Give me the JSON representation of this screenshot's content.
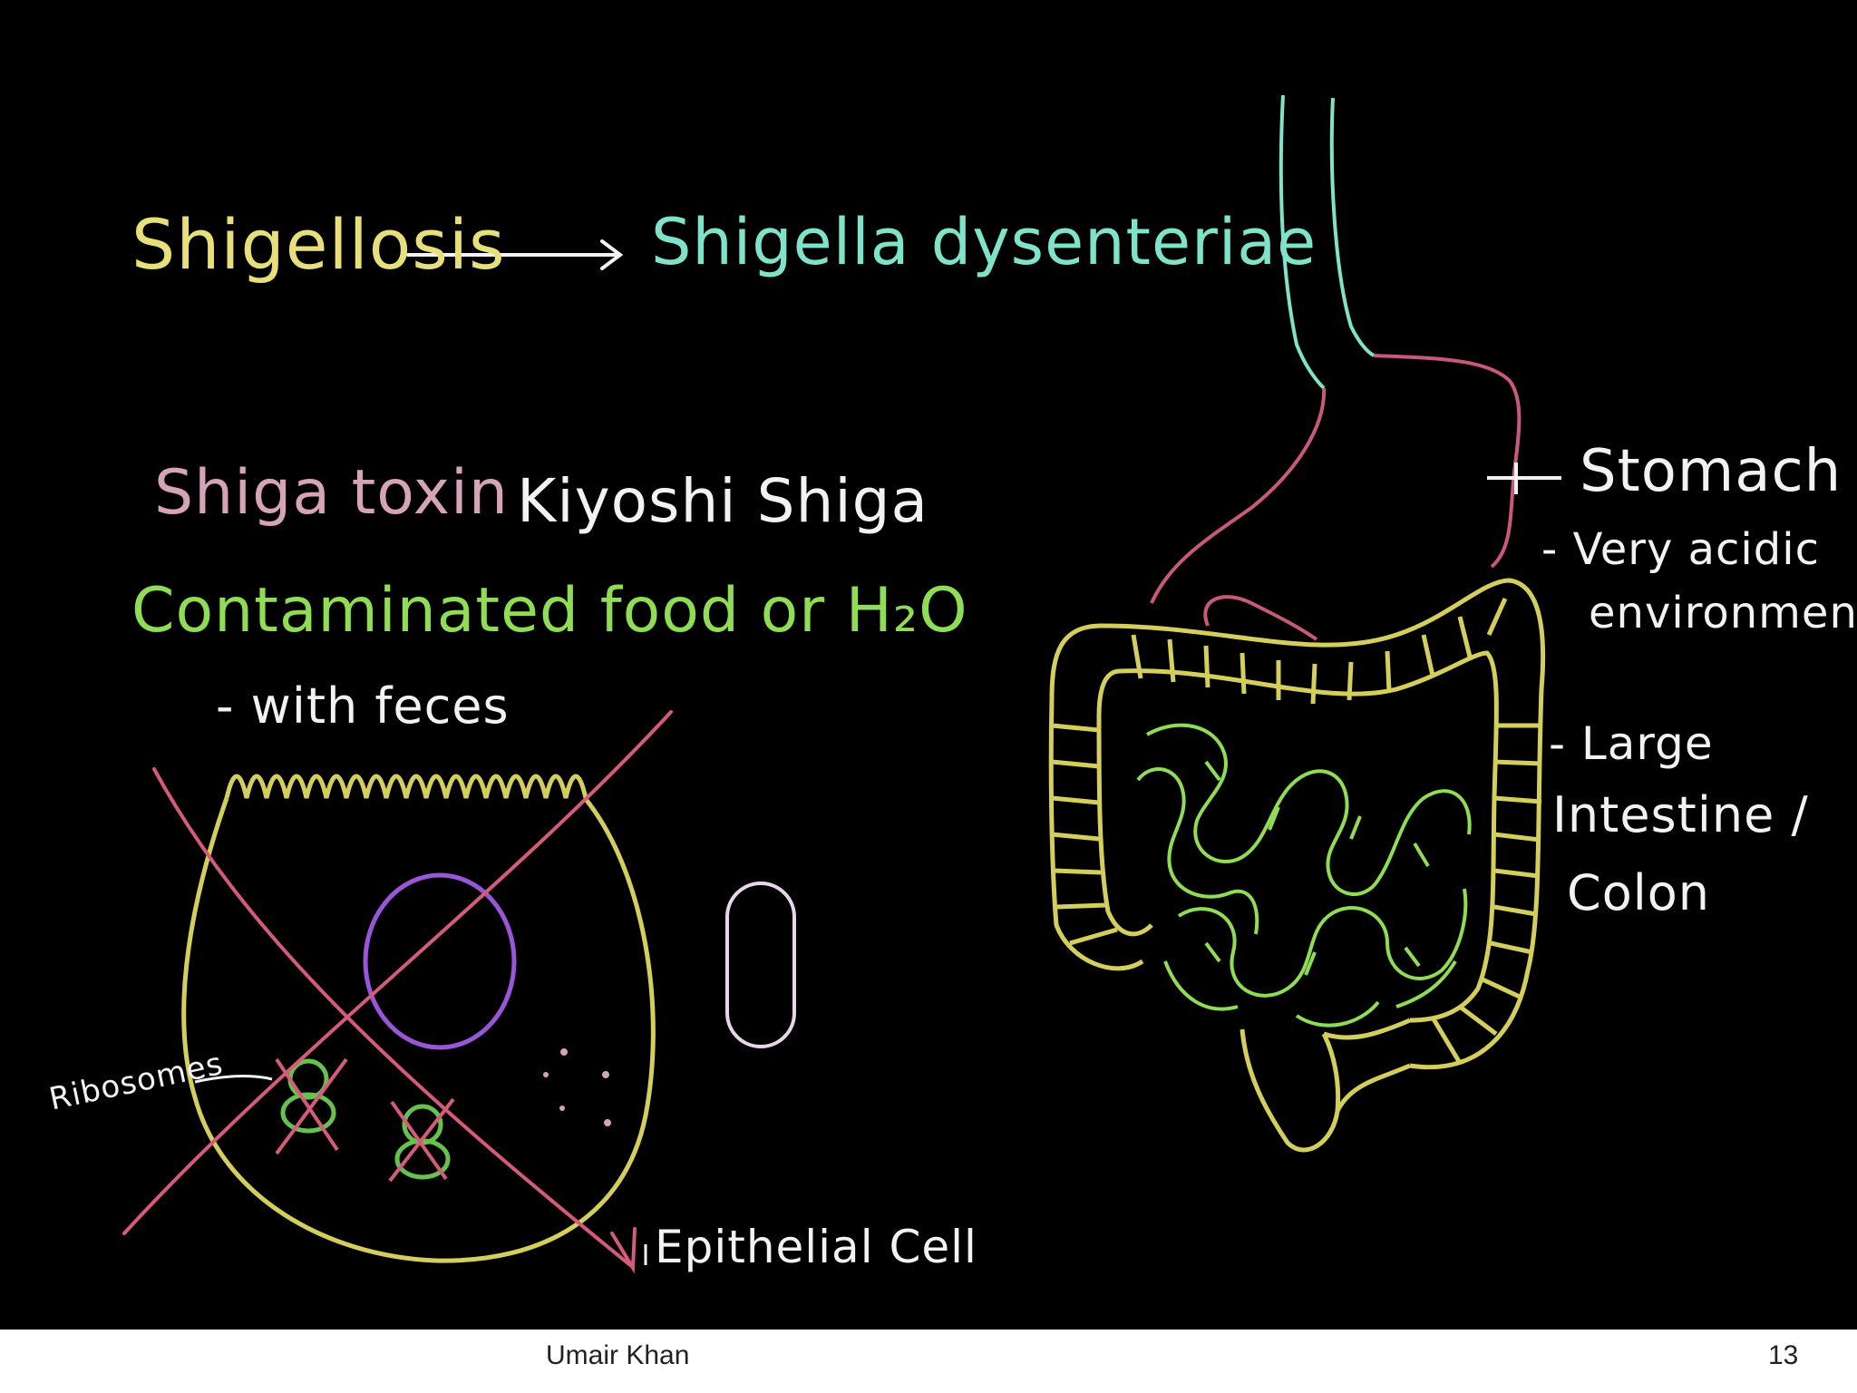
{
  "board": {
    "title_disease": "Shigellosis",
    "title_organism": "Shigella dysenteriae",
    "toxin": "Shiga toxin",
    "discoverer": "Kiyoshi Shiga",
    "transmission": "Contaminated food or H₂O",
    "transmission_detail": "- with feces",
    "ribosomes_label": "Ribosomes",
    "cell_label": "Epithelial Cell",
    "stomach_label": "Stomach",
    "stomach_note_1": "- Very acidic",
    "stomach_note_2": "environment",
    "intestine_label_1": "- Large",
    "intestine_label_2": "Intestine /",
    "intestine_label_3": "Colon"
  },
  "footer": {
    "author": "Umair Khan",
    "page_number": "13"
  },
  "colors": {
    "background": "#000000",
    "yellow": "#e6df7a",
    "teal": "#7fe3c9",
    "pink": "#d7a3b8",
    "white": "#f2f2f2",
    "green": "#8fdc55",
    "crimson": "#d65a7a",
    "purple": "#9a56d8",
    "olive": "#d4cf5c"
  }
}
